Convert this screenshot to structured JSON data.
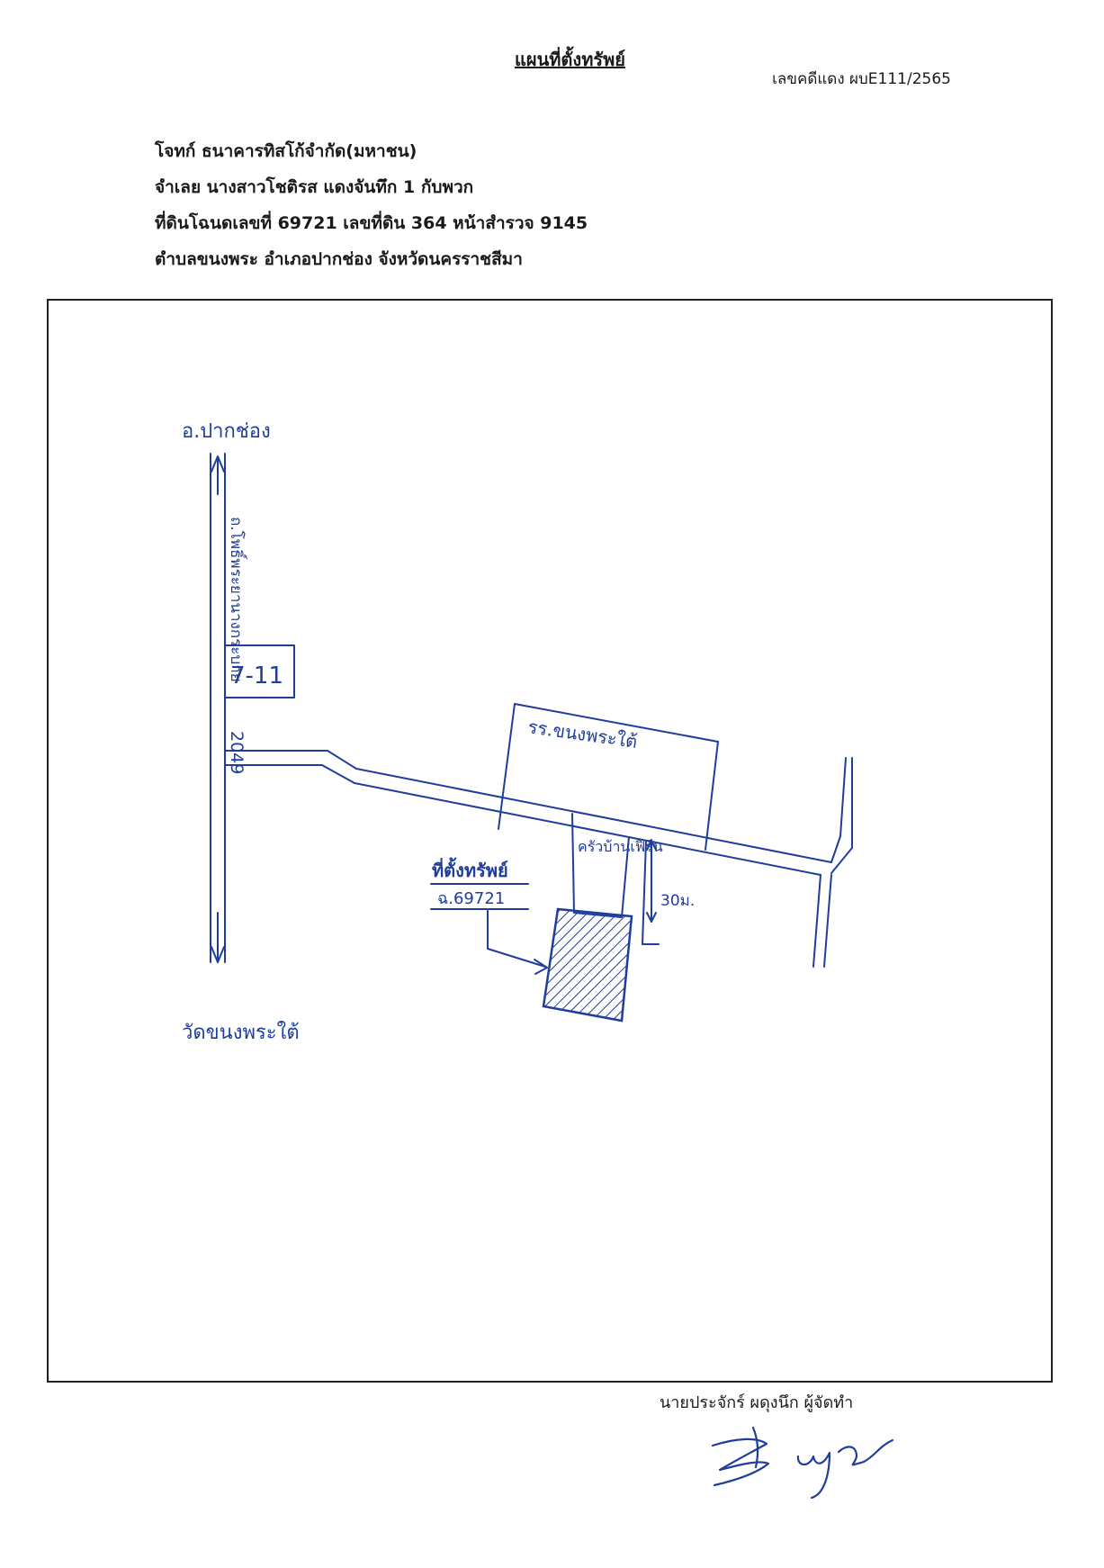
{
  "document": {
    "title": "แผนที่ตั้งทรัพย์",
    "case_number": "เลขคดีแดง ผบE111/2565",
    "plaintiff": "โจทก์ ธนาคารทิสโก้จำกัด(มหาชน)",
    "defendant": "จำเลย นางสาวโชติรส แดงจันทึก 1 กับพวก",
    "title_deed": "ที่ดินโฉนดเลขที่ 69721 เลขที่ดิน 364 หน้าสำรวจ 9145",
    "location": "ตำบลขนงพระ  อำเภอปากช่อง จังหวัดนครราชสีมา",
    "preparer": "นายประจักร์ ผดุงนึก ผู้จัดทำ"
  },
  "map": {
    "ink_color": "#1f3d9c",
    "labels": {
      "north_destination": "อ.ปากช่อง",
      "main_road": "ถ.โพธิ์พระยานางกระบาย",
      "road_number": "2049",
      "store": "7-11",
      "school": "รร.ขนงพระใต้",
      "neighbor": "ครัวบ้านเฟิร์น",
      "distance": "30ม.",
      "property_label": "ที่ตั้งทรัพย์",
      "deed_label": "ฉ.69721",
      "south_destination": "วัดขนงพระใต้"
    }
  }
}
